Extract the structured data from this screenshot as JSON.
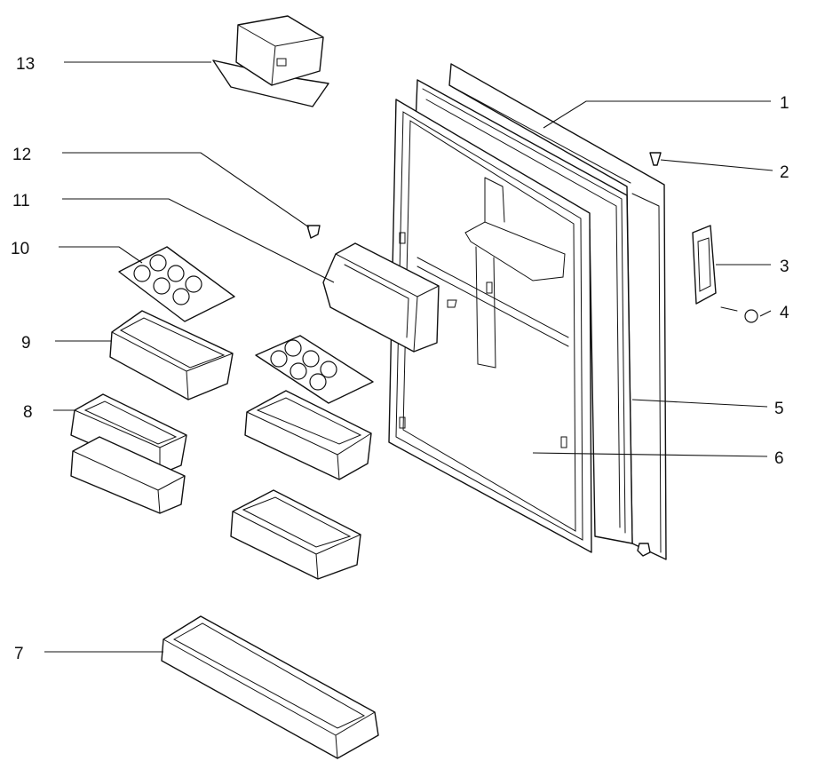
{
  "callouts": [
    "1",
    "2",
    "3",
    "4",
    "5",
    "6",
    "7",
    "8",
    "9",
    "10",
    "11",
    "12",
    "13"
  ]
}
